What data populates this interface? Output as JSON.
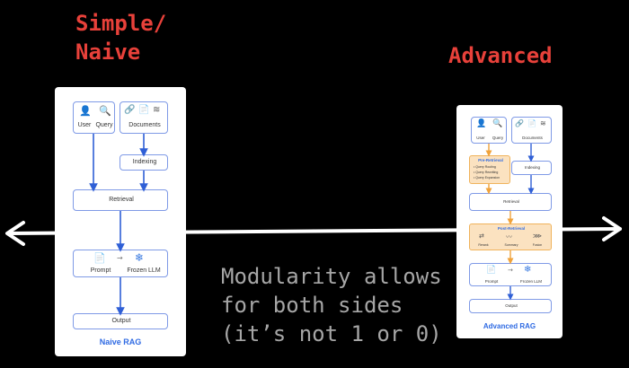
{
  "labels": {
    "left": "Simple/\nNaive",
    "right": "Advanced",
    "note": "Modularity allows\nfor both sides\n(it’s not 1 or 0)"
  },
  "naive": {
    "user": "User",
    "query": "Query",
    "documents": "Documents",
    "indexing": "Indexing",
    "retrieval": "Retrieval",
    "prompt": "Prompt",
    "frozen_llm": "Frozen LLM",
    "output": "Output",
    "title": "Naive RAG"
  },
  "advanced": {
    "user": "User",
    "query": "Query",
    "documents": "Documents",
    "pre_retrieval": "Pre-Retrieval",
    "pre_items": [
      "• Query Routing",
      "• Query Rewriting",
      "• Query Expansion"
    ],
    "indexing": "Indexing",
    "retrieval": "Retrieval",
    "post_retrieval": "Post-Retrieval",
    "post_items": [
      "Rerank",
      "Summary",
      "Fusion"
    ],
    "prompt": "Prompt",
    "frozen_llm": "Frozen LLM",
    "output": "Output",
    "title": "Advanced RAG"
  },
  "colors": {
    "red": "#e8413a",
    "blue_arrow": "#2f5fd6",
    "orange_arrow": "#f0a23a",
    "box_border": "#7f9ae6"
  }
}
